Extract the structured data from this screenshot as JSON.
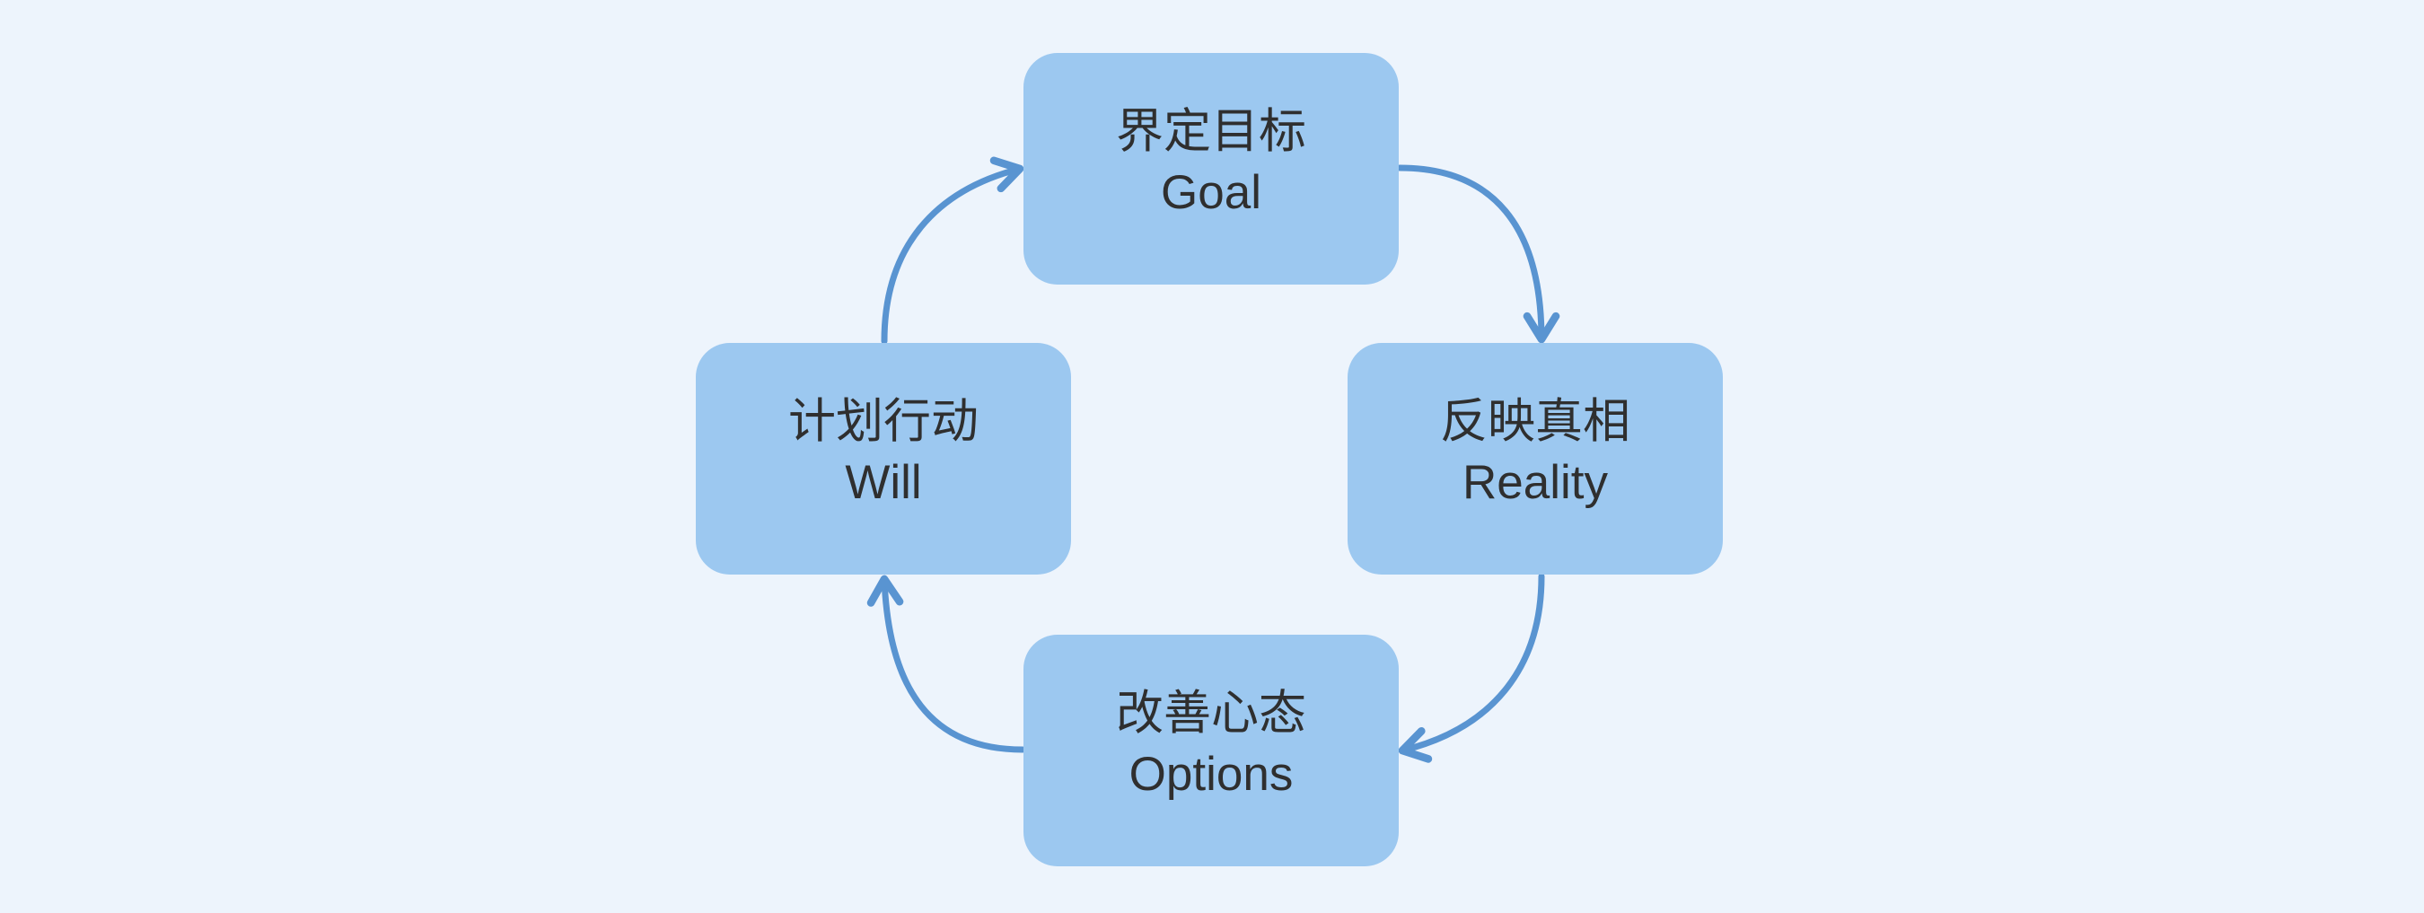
{
  "diagram": {
    "type": "cycle",
    "nodes": [
      {
        "id": "goal",
        "position": "top",
        "label_zh": "界定目标",
        "label_en": "Goal"
      },
      {
        "id": "reality",
        "position": "right",
        "label_zh": "反映真相",
        "label_en": "Reality"
      },
      {
        "id": "options",
        "position": "bottom",
        "label_zh": "改善心态",
        "label_en": "Options"
      },
      {
        "id": "will",
        "position": "left",
        "label_zh": "计划行动",
        "label_en": "Will"
      }
    ],
    "edges": [
      {
        "from": "will",
        "to": "goal",
        "direction": "clockwise"
      },
      {
        "from": "goal",
        "to": "reality",
        "direction": "clockwise"
      },
      {
        "from": "reality",
        "to": "options",
        "direction": "clockwise"
      },
      {
        "from": "options",
        "to": "will",
        "direction": "clockwise"
      }
    ],
    "colors": {
      "background": "#edf4fc",
      "node_fill": "#9cc8f0",
      "arrow": "#5994d1",
      "text": "#2f2f2f"
    }
  }
}
